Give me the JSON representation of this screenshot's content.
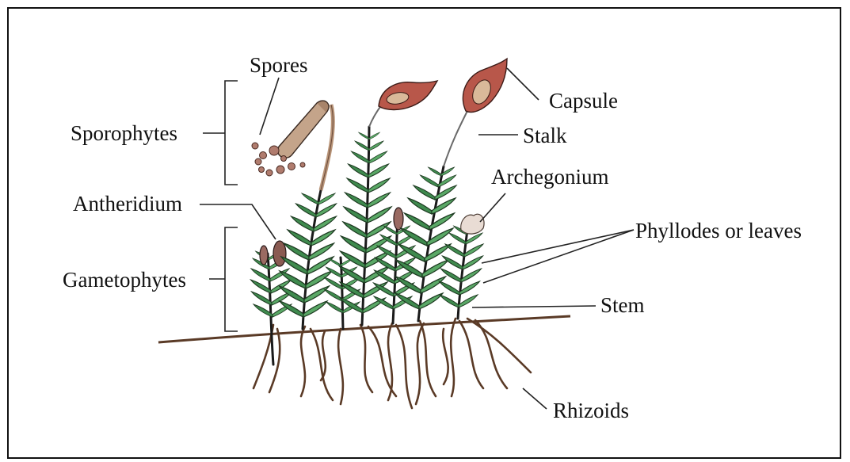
{
  "labels": {
    "spores": "Spores",
    "sporophytes": "Sporophytes",
    "antheridium": "Antheridium",
    "gametophytes": "Gametophytes",
    "capsule": "Capsule",
    "stalk": "Stalk",
    "archegonium": "Archegonium",
    "phyllodes": "Phyllodes or leaves",
    "stem": "Stem",
    "rhizoids": "Rhizoids"
  },
  "colors": {
    "leaf": "#3f8a4e",
    "leaf_light": "#5aa866",
    "capsule": "#b8574a",
    "capsule_inner": "#d9b99a",
    "sporophyte_capsule": "#c4a48a",
    "rhizoid": "#5a3a26",
    "spore": "#b07c6e",
    "antheridium": "#8a5a52"
  }
}
